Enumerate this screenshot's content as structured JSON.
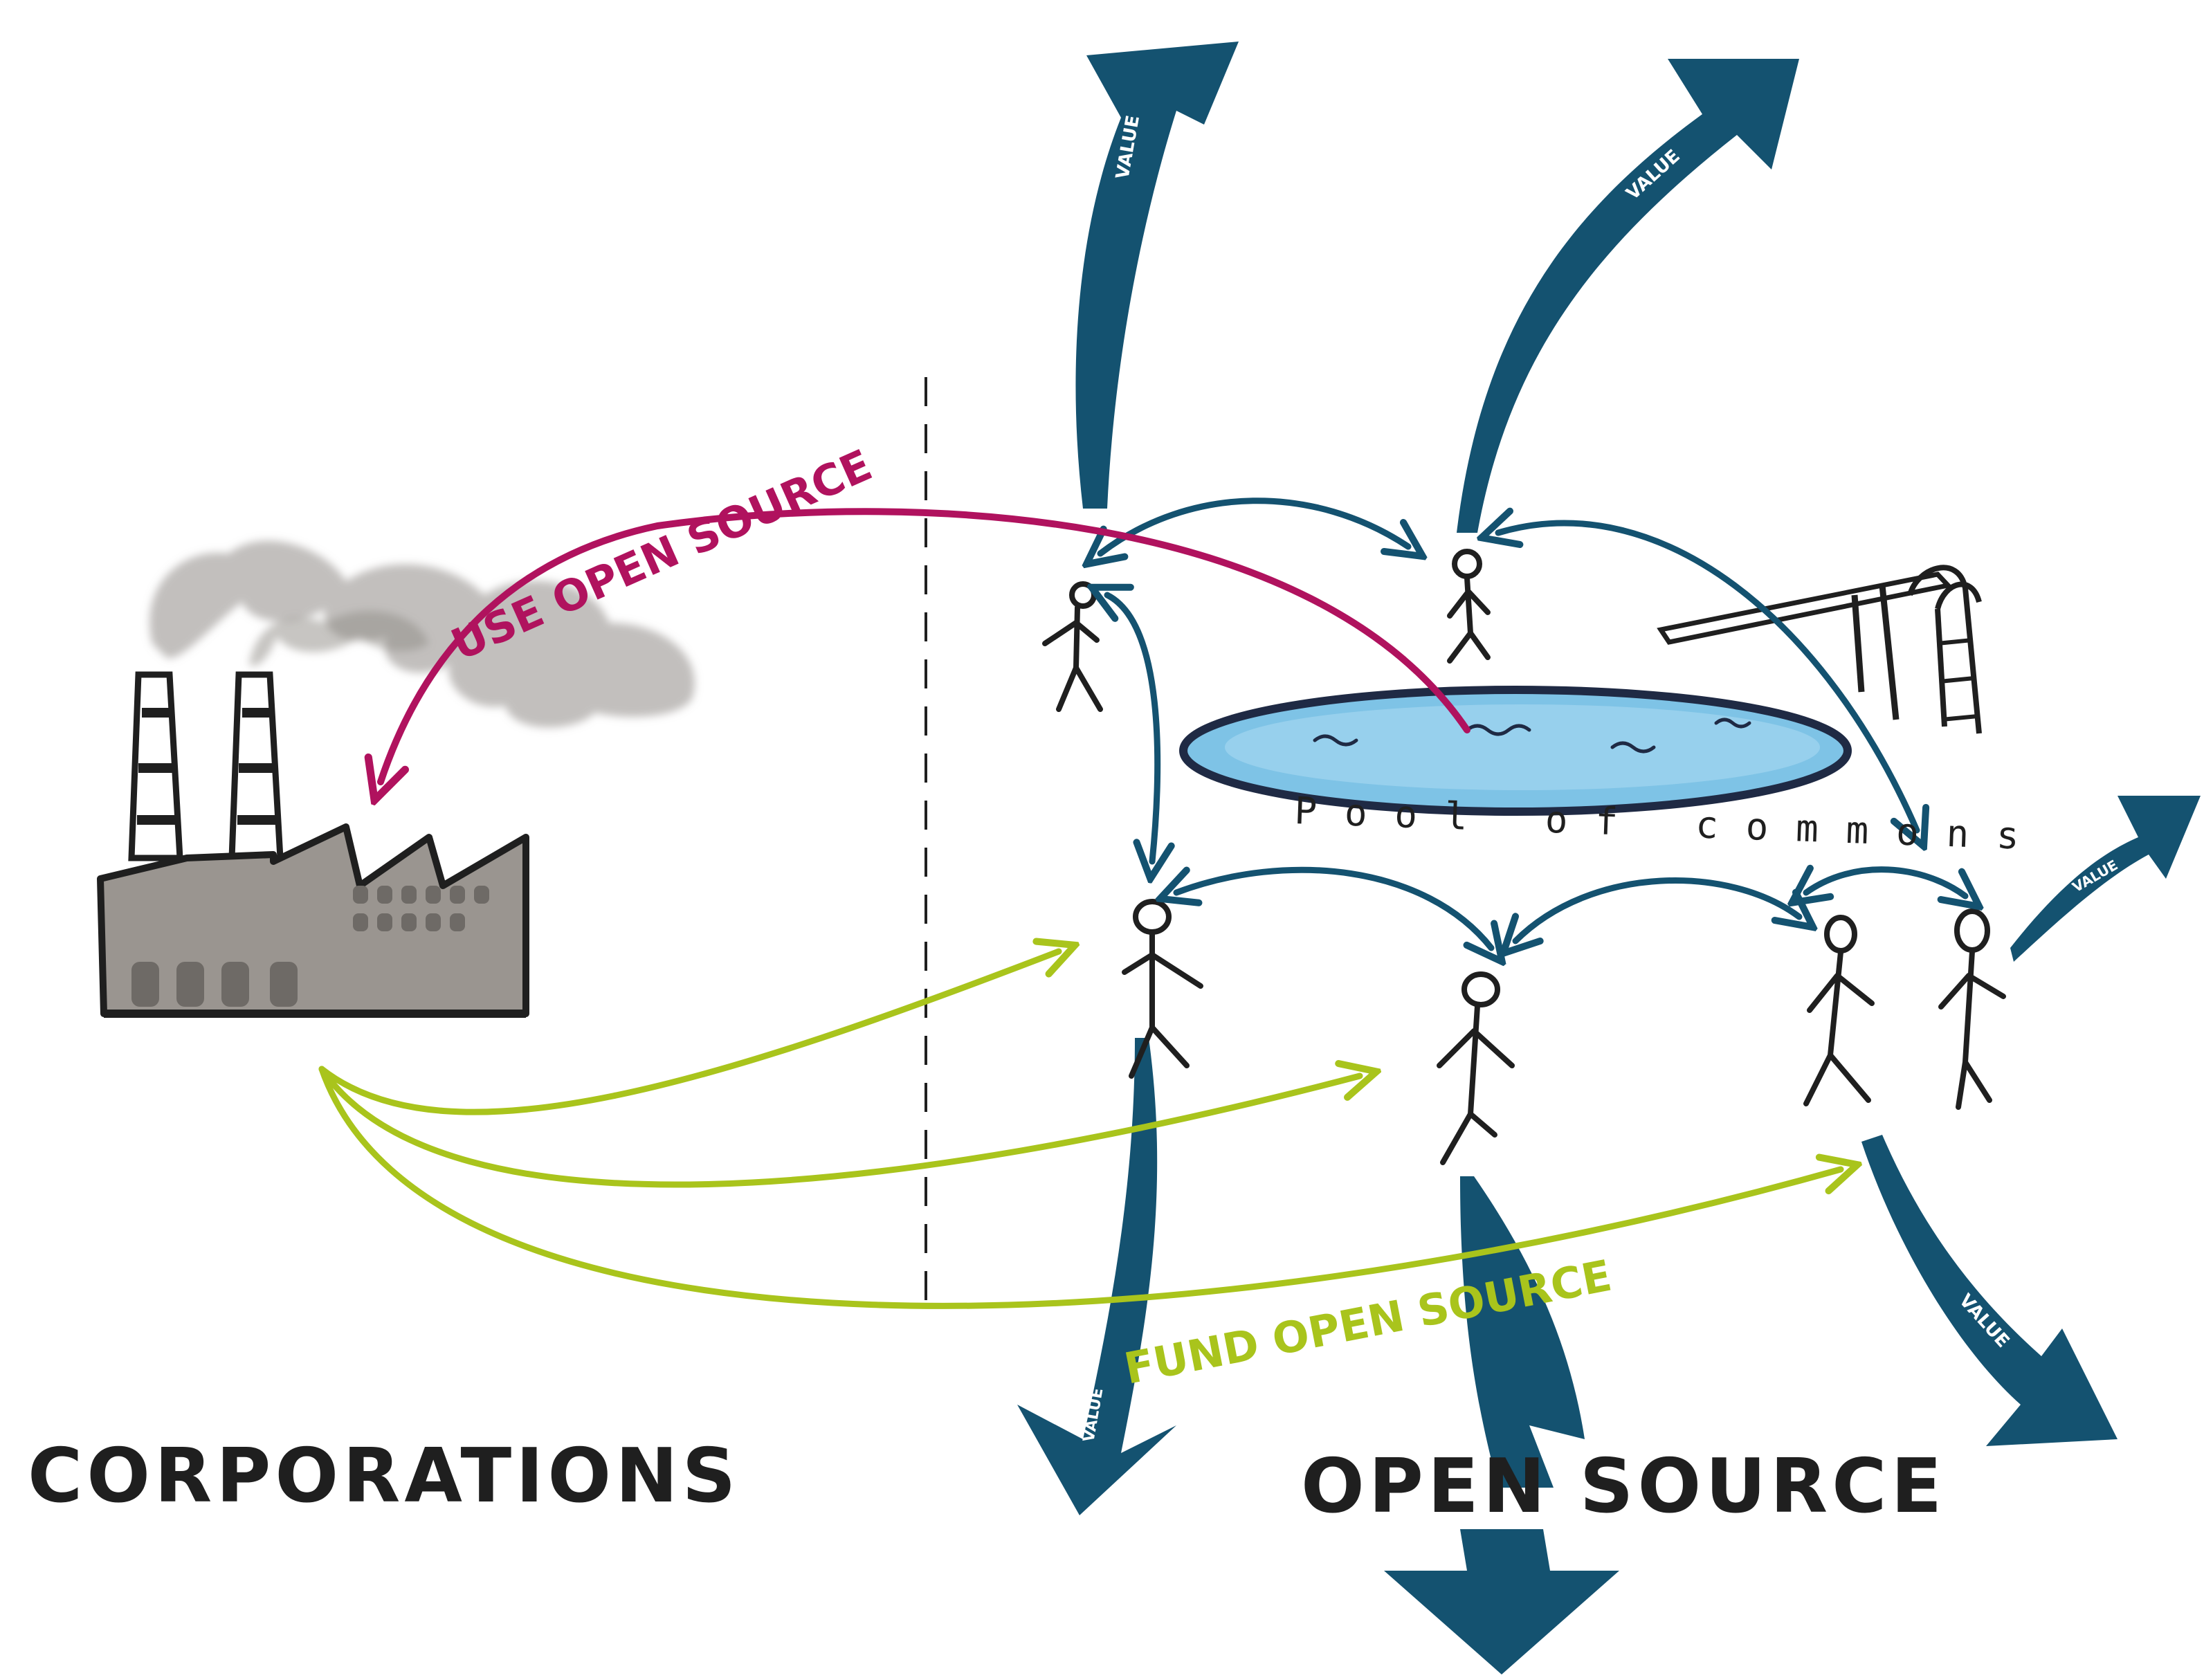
{
  "colors": {
    "ink": "#1f1f1f",
    "value_arrow": "#145270",
    "use_arrow": "#b0125e",
    "fund_arrow": "#a9c41c",
    "pool_fill": "#7ec3e6",
    "pool_ink": "#1f2a44",
    "factory_fill": "#9a9590",
    "smoke": "#8f8b86"
  },
  "labels": {
    "corporations": "CORPORATIONS",
    "open_source": "OPEN SOURCE",
    "use_open_source": "USE OPEN SOURCE",
    "fund_open_source": "FUND OPEN SOURCE",
    "pool_of_commons": "Pool of commons",
    "value": "VALUE"
  },
  "icons": [
    "factory-icon",
    "stick-figure-icon",
    "swimming-pool-icon",
    "diving-board-icon",
    "ladder-icon"
  ]
}
